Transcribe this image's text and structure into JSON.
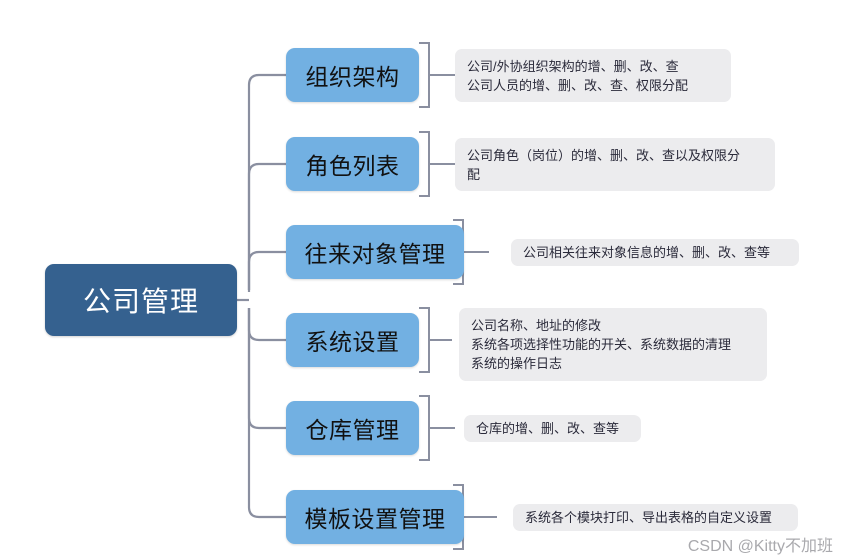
{
  "diagram": {
    "title": "公司管理",
    "root": {
      "label": "公司管理",
      "color": "#35618F",
      "text_color": "#FFFFFF"
    },
    "node_color": "#72B0E2",
    "desc_color": "#ECECEE",
    "connector_color": "#8A8FA0",
    "branches": [
      {
        "label": "组织架构",
        "desc_lines": [
          "公司/外协组织架构的增、删、改、查",
          "公司人员的增、删、改、查、权限分配"
        ]
      },
      {
        "label": "角色列表",
        "desc_lines": [
          "公司角色（岗位）的增、删、改、查以及权限分",
          "配"
        ]
      },
      {
        "label": "往来对象管理",
        "desc_lines": [
          "公司相关往来对象信息的增、删、改、查等"
        ]
      },
      {
        "label": "系统设置",
        "desc_lines": [
          "公司名称、地址的修改",
          "系统各项选择性功能的开关、系统数据的清理",
          "",
          "系统的操作日志"
        ]
      },
      {
        "label": "仓库管理",
        "desc_lines": [
          "仓库的增、删、改、查等"
        ]
      },
      {
        "label": "模板设置管理",
        "desc_lines": [
          "系统各个模块打印、导出表格的自定义设置"
        ]
      }
    ]
  },
  "watermark": {
    "text": "CSDN @Kitty不加班"
  }
}
